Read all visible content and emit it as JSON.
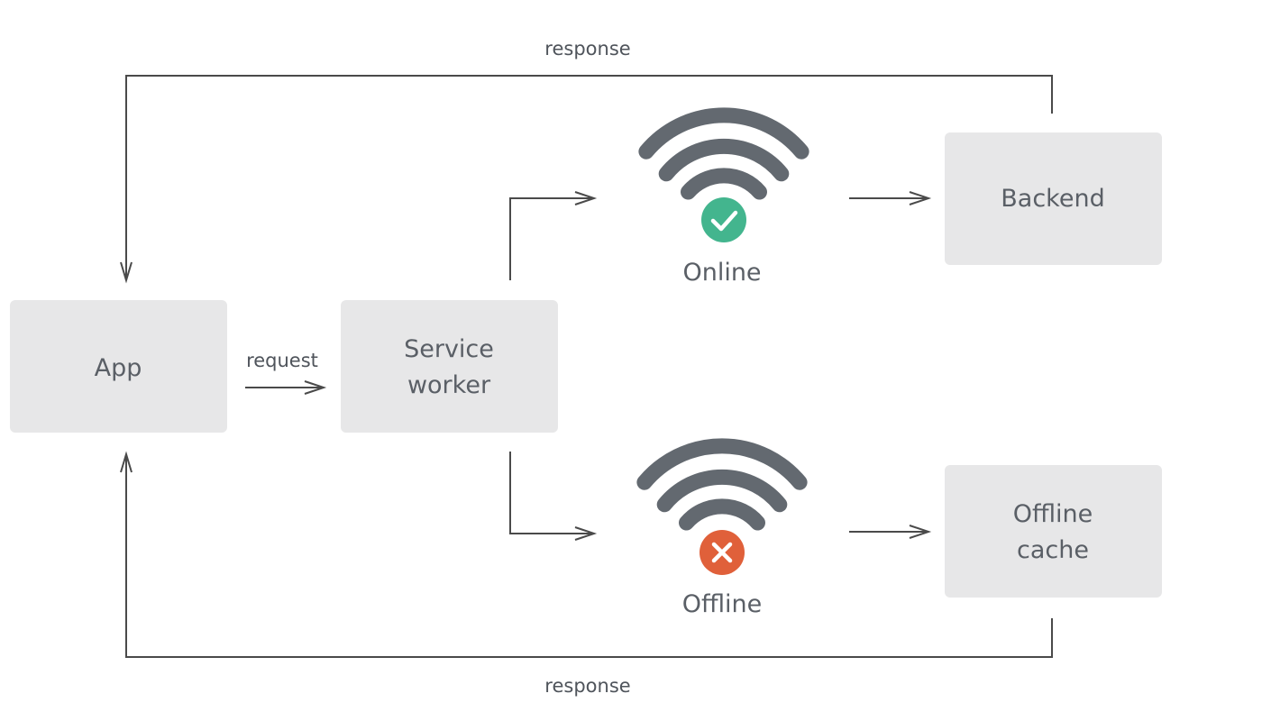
{
  "nodes": {
    "app": {
      "label": "App"
    },
    "service_worker": {
      "line1": "Service",
      "line2": "worker"
    },
    "backend": {
      "label": "Backend"
    },
    "offline_cache": {
      "line1": "Offline",
      "line2": "cache"
    }
  },
  "edges": {
    "request": "request",
    "response_top": "response",
    "response_bottom": "response"
  },
  "status": {
    "online": {
      "label": "Online",
      "icon": "wifi-icon",
      "badge_icon": "check-icon",
      "badge_color": "#43b58e"
    },
    "offline": {
      "label": "Offline",
      "icon": "wifi-icon",
      "badge_icon": "x-icon",
      "badge_color": "#e0603a"
    }
  },
  "colors": {
    "box_fill": "#e7e7e8",
    "text": "#5a5f66",
    "line": "#4a4a4a",
    "wifi": "#636970"
  }
}
